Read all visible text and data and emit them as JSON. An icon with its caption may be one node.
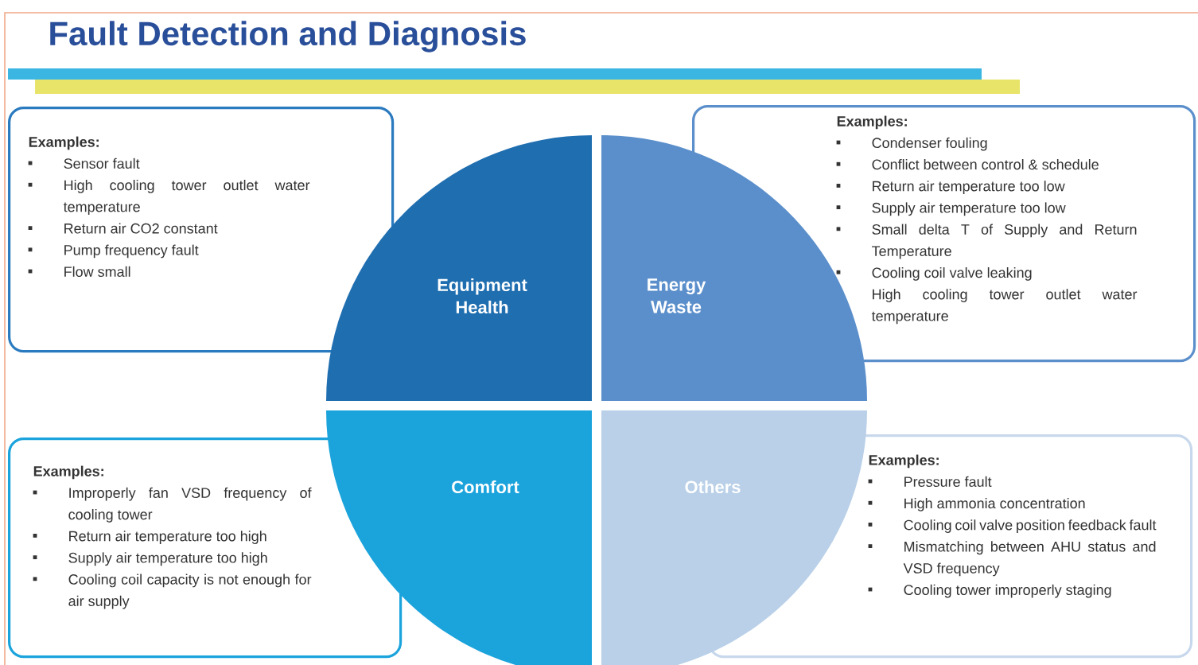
{
  "diagram": {
    "title": "Fault Detection and Diagnosis",
    "nodes": [
      {
        "text": [
          "Equipment Health"
        ]
      },
      {
        "text": [
          "Energy Waste"
        ]
      },
      {
        "text": [
          "Comfort"
        ]
      },
      {
        "text": [
          "Others"
        ]
      },
      {
        "text": [
          "Examples:",
          "Sensor fault",
          "High cooling tower outlet water temperature",
          "Return air CO2 constant",
          "Pump frequency fault",
          "Flow small"
        ]
      },
      {
        "text": [
          "Examples:",
          "Condenser fouling",
          "Conflict between control & schedule",
          "Return air temperature too low",
          "Supply air temperature too low",
          "Small delta T of Supply and Return Temperature",
          "Cooling coil valve leaking",
          "High cooling tower outlet water temperature"
        ]
      },
      {
        "text": [
          "Examples:",
          "Improperly fan VSD frequency of cooling tower",
          "Return air temperature too high",
          "Supply air temperature too high",
          "Cooling coil capacity is not enough for air supply"
        ]
      },
      {
        "text": [
          "Examples:",
          "Pressure fault",
          "High ammonia concentration",
          "Cooling coil valve position feedback fault",
          "Mismatching between AHU status and VSD frequency",
          "Cooling tower improperly staging"
        ]
      }
    ]
  }
}
